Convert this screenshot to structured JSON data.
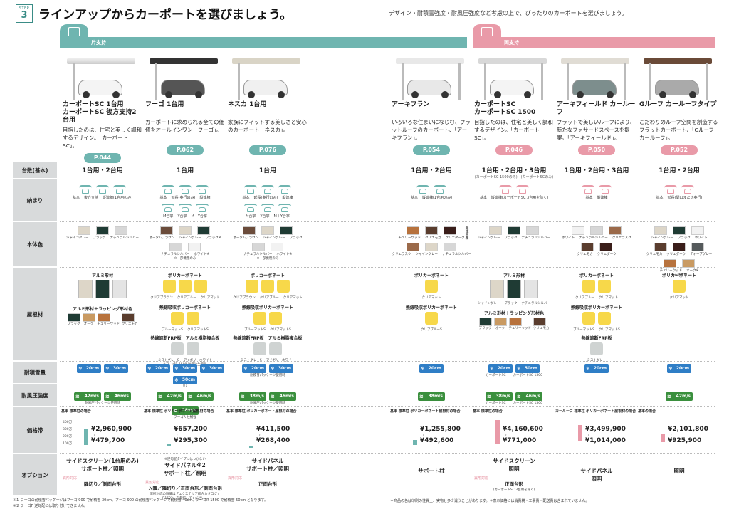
{
  "header": {
    "step_small": "STEP",
    "step_num": "3",
    "title": "ラインアップからカーポートを選びましょう。",
    "subtitle": "デザイン・耐積雪強度・耐風圧強度など考慮の上で、ぴったりのカーポートを選びましょう。"
  },
  "bands": {
    "teal_label": "片支持",
    "pink_label": "両支持"
  },
  "colors": {
    "teal": "#6fb5b0",
    "pink": "#e99aa8"
  },
  "row_labels": {
    "capacity": "台数(基本)",
    "fit": "納まり",
    "body_color": "本体色",
    "roof": "屋根材",
    "snow": "耐積雪量",
    "wind": "耐風圧強度",
    "price": "価格帯",
    "option": "オプション"
  },
  "products": [
    {
      "name": "カーポートSC 1台用\nカーポートSC 後方支持2台用",
      "desc": "目指したのは、住宅と美しく調和するデザイン。「カーポートSC」。",
      "page": "P.044",
      "capacity": "1台用・2台用",
      "fit_labels": [
        "基本",
        "後方支持",
        "縦連棟(1台用のみ)"
      ],
      "colors": [
        "シャイングレー",
        "ブラック",
        "ナチュラルシルバー"
      ],
      "roof_h1": "アルミ形材",
      "roof_h2": "アルミ形材＋ラッピング形材色",
      "wrap_labels": [
        "ブラック",
        "オーク",
        "チェリーウッド",
        "クリエモカ"
      ],
      "snow": [
        "20cm",
        "30cm"
      ],
      "snow_note": "",
      "wind": [
        "42m/s",
        "46m/s"
      ],
      "wind_note": "耐風圧パッケージ使用時",
      "price_hdr": "基本 標準柱の場合",
      "price_high": "¥2,960,900",
      "price_low": "¥479,700",
      "scale": [
        "400万",
        "300万",
        "200万",
        "100万"
      ],
      "opt_title": "サイドスクリーン(1台用のみ)\nサポート柱／照明",
      "opt_small": "異形対応",
      "opt_sub": "隅切り／側面台形"
    },
    {
      "name": "フーゴ 1台用",
      "desc": "カーポートに求められる全ての価値をオールインワン「フーゴ」。",
      "page": "P.062",
      "capacity": "1台用",
      "fit_labels": [
        "基本",
        "延長(奥行のみ)",
        "縦連棟",
        "M合掌",
        "Y合掌",
        "M＋Y合掌"
      ],
      "colors": [
        "オータムブラウン",
        "シャイングレー",
        "ブラック※",
        "ナチュラルシルバー",
        "ホワイト※"
      ],
      "color_note": "※一部機種のみ",
      "roof_h1": "ポリカーボネート",
      "roof_labels": [
        "クリアブラウン",
        "クリアブルー",
        "クリアマット"
      ],
      "roof_h2": "熱線吸収ポリカーボネート",
      "roof_labels2": [
        "ブルーマットS",
        "クリアマットS"
      ],
      "roof_h3": "熱線遮断FRP板",
      "roof_h4": "アルミ樹脂複合板",
      "roof_labels3": [
        "ミストグレーS",
        "アイボリーホワイト"
      ],
      "roof_note": "特注※",
      "roof_note2": "※フーゴR 1500 は受注生産品",
      "snow": [
        "20cm",
        "30cm",
        "30cm",
        "50cm"
      ],
      "snow_note": "※1",
      "wind": [
        "42m/s",
        "46m/s",
        "38m/s"
      ],
      "wind_note": "フーゴR 柱補強",
      "price_hdr": "基本 標準柱 ポリカーボネート屋根材の場合",
      "price_high": "¥657,200",
      "price_low": "¥295,300",
      "opt_note": "※逆勾配タイプにはつかない",
      "opt_title": "サイドパネル※2\nサポート柱／照明",
      "opt_small": "異形対応",
      "opt_sub": "入隅／隅切り／正面台形／側面台形",
      "opt_fine": "異形対応の詳細は「エクステリア総合カタログ」P.1522〜を参照してください。"
    },
    {
      "name": "ネスカ 1台用",
      "desc": "家族にフィットする美しさと安心のカーポート「ネスカ」。",
      "page": "P.076",
      "capacity": "1台用",
      "fit_labels": [
        "基本",
        "延長(奥行のみ)",
        "縦連棟",
        "M合掌",
        "Y合掌",
        "M＋Y合掌"
      ],
      "colors": [
        "オータムブラウン",
        "シャイングレー",
        "ブラック",
        "ナチュラルシルバー",
        "ホワイト※"
      ],
      "color_note": "※一部機種のみ",
      "roof_h1": "ポリカーボネート",
      "roof_labels": [
        "クリアブラウン",
        "クリアブルー",
        "クリアマット"
      ],
      "roof_h2": "熱線吸収ポリカーボネート",
      "roof_labels2": [
        "ブルーマットS",
        "クリアマットS"
      ],
      "roof_h3": "熱線遮断FRP板",
      "roof_h4": "アルミ樹脂複合板",
      "roof_labels3": [
        "ミストグレーS",
        "アイボリーホワイト"
      ],
      "snow": [
        "20cm",
        "30cm"
      ],
      "snow_note": "耐積雪パッケージ使用時",
      "wind": [
        "38m/s",
        "46m/s"
      ],
      "wind_note": "耐風圧パッケージ使用時",
      "price_hdr": "基本 標準柱 ポリカーボネート屋根材の場合",
      "price_high": "¥411,500",
      "price_low": "¥268,400",
      "opt_title": "サイドパネル\nサポート柱／照明",
      "opt_small": "異形対応",
      "opt_sub": "正面台形"
    },
    {
      "name": "アーキフラン",
      "desc": "いろいろな住まいになじむ、フラットルーフのカーポート、「アーキフラン」。",
      "page": "P.054",
      "capacity": "1台用・2台用",
      "fit_labels": [
        "基本",
        "縦連棟(1台用のみ)"
      ],
      "colors": [
        "チェリーウッド",
        "クリエモカ",
        "クリエダーク",
        "クリエラスク",
        "シャイングレー",
        "ナチュラルシルバー"
      ],
      "color_vert": "受注生産",
      "roof_h1": "ポリカーボネート",
      "roof_labels": [
        "クリアマット"
      ],
      "roof_h2": "熱線吸収ポリカーボネート",
      "roof_labels2": [
        "クリアブルーS"
      ],
      "snow": [
        "20cm"
      ],
      "wind": [
        "38m/s"
      ],
      "price_hdr": "基本 標準柱 ポリカーボネート屋根材の場合",
      "price_high": "¥1,255,800",
      "price_low": "¥492,600",
      "opt_title": "サポート柱"
    },
    {
      "name": "カーポートSC\nカーポートSC 1500",
      "desc": "目指したのは、住宅と美しく調和するデザイン。「カーポートSC」。",
      "page": "P.046",
      "capacity": "1台用・2台用・3台用",
      "cap_note": "(カーポートSC 1500のみ)　(カーポートSCのみ)",
      "fit_labels": [
        "基本",
        "縦連棟(カーポートSC 3台用を除く)"
      ],
      "colors": [
        "シャイングレー",
        "ブラック",
        "ナチュラルシルバー"
      ],
      "roof_h1": "アルミ形材",
      "roof_labels": [
        "シャイングレー",
        "ブラック",
        "ナチュラルシルバー"
      ],
      "roof_h2": "アルミ形材＋ラッピング形材色",
      "wrap_labels": [
        "ブラック",
        "オーク",
        "チェリーウッド",
        "クリエモカ"
      ],
      "snow": [
        "20cm",
        "50cm"
      ],
      "snow_labels": [
        "カーポートSC",
        "カーポートSC 1500"
      ],
      "wind": [
        "38m/s",
        "46m/s"
      ],
      "wind_labels": [
        "カーポートSC",
        "カーポートSC 1500"
      ],
      "price_hdr": "基本 標準柱の場合",
      "price_high": "¥4,160,600",
      "price_low": "¥771,000",
      "opt_title": "サイドスクリーン\n照明",
      "opt_small": "異形対応",
      "opt_sub": "正面台形",
      "opt_fine": "(カーポートSC 3台用を除く)"
    },
    {
      "name": "アーキフィールド カールーフ",
      "desc": "フラットで美しいルーフにより、新たなファサードスペースを提案。「アーキフィールド」。",
      "page": "P.050",
      "capacity": "1台用・2台用・3台用",
      "fit_labels": [
        "基本",
        "縦連棟"
      ],
      "colors": [
        "ホワイト",
        "ナチュラルシルバー",
        "クリエラスク",
        "クリエモカ",
        "クリエダーク"
      ],
      "roof_h1": "ポリカーボネート",
      "roof_labels": [
        "クリアブルー",
        "クリアマット"
      ],
      "roof_h2": "熱線吸収ポリカーボネート",
      "roof_labels2": [
        "ブルーマットS",
        "クリアマットS"
      ],
      "roof_h3": "熱線遮断FRP板",
      "roof_labels3": [
        "ミストグレー"
      ],
      "snow": [
        "20cm"
      ],
      "wind": [],
      "price_hdr": "カールーフ 標準柱 ポリカーボネート屋根材の場合",
      "price_high": "¥3,499,900",
      "price_low": "¥1,014,000",
      "opt_title": "サイドパネル\n照明"
    },
    {
      "name": "Gルーフ カールーフタイプ",
      "desc": "こだわりのルーフ空間を創造するフラットカーポート、「Gルーフ カールーフ」。",
      "page": "P.052",
      "capacity": "1台用・2台用",
      "fit_labels": [
        "基本",
        "延長(間口または奥行)"
      ],
      "colors": [
        "シャイングレー",
        "ブラック",
        "ホワイト",
        "クリエモカ",
        "クリエダーク",
        "ディープグレー",
        "チェリーウッド",
        "オーク※"
      ],
      "color_note": "※天井材色",
      "roof_h1": "ポリカーボネート",
      "roof_labels": [
        "クリアマット"
      ],
      "snow": [
        "20cm"
      ],
      "wind": [
        "42m/s"
      ],
      "price_hdr": "基本の場合",
      "price_high": "¥2,101,800",
      "price_low": "¥925,900",
      "opt_title": "照明"
    }
  ],
  "footnotes": {
    "left1": "※１ フーゴの耐積雪パッケージはフーゴ 900 で耐積雪 30cm、フーゴ 900 の耐積雪パッケージで耐積雪 40cm、フーゴR 1500 で耐積雪 50cm となります。",
    "left2": "※２ フーゴF 逆勾配には取り付けできません。",
    "right": "＊商品の色は印刷の性質上、実物と多少違うことがあります。＊表示価格には消費税・工事費・配送費は含まれていません。"
  }
}
